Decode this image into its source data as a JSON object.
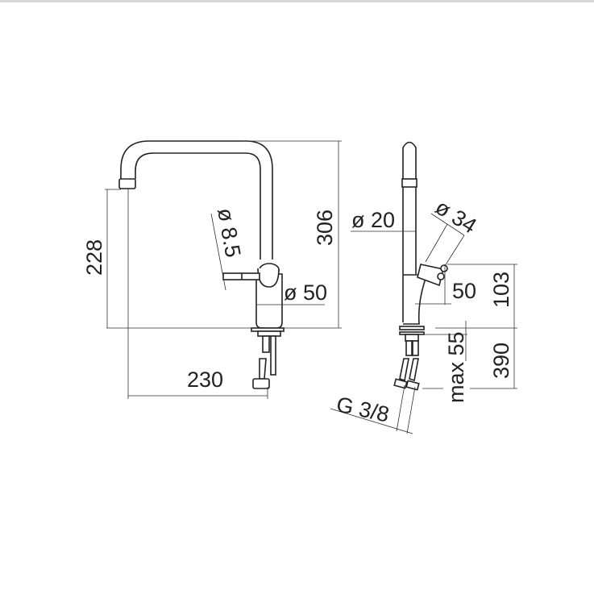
{
  "drawing": {
    "front_view": {
      "height_total": "306",
      "spout_height": "228",
      "spout_reach": "230",
      "lever_diameter": "ø 8.5",
      "body_diameter": "ø 50"
    },
    "side_view": {
      "spout_diameter": "ø 20",
      "handle_diameter": "ø 34",
      "body_offset": "50",
      "lever_height": "103",
      "hose_length": "390",
      "max_deck_thickness": "max 55",
      "connection": "G 3/8"
    }
  }
}
